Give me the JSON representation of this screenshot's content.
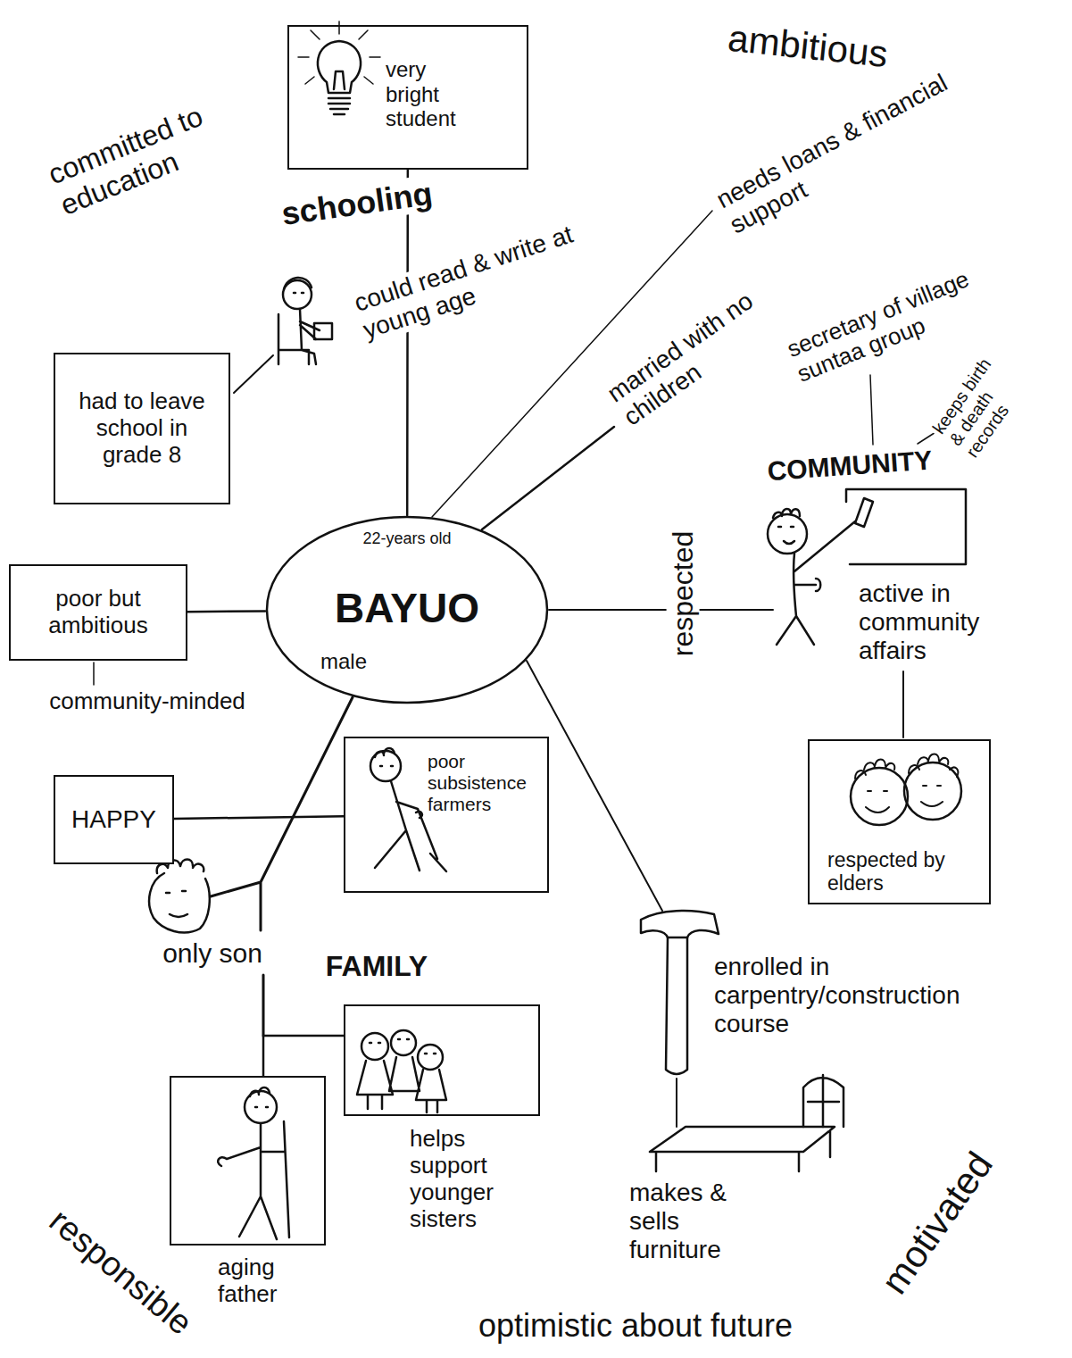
{
  "diagram": {
    "nodes": [
      {
        "text": [
          "very bright student"
        ]
      },
      {
        "text": [
          "had to leave school in grade 8"
        ]
      },
      {
        "text": [
          "poor but ambitious"
        ]
      },
      {
        "text": [
          "22-years old",
          "BAYUO",
          "male"
        ]
      },
      {
        "text": [
          "HAPPY"
        ]
      },
      {
        "text": [
          "poor subsistence farmers"
        ]
      },
      {
        "text": [
          "respected by elders"
        ]
      },
      {
        "text": [
          "helps support younger sisters"
        ]
      },
      {
        "text": [
          "aging father"
        ]
      }
    ],
    "edges": [
      {
        "from": 3,
        "to": 0,
        "arrow": "none"
      },
      {
        "from": 3,
        "to": 2,
        "arrow": "none"
      },
      {
        "from": 4,
        "to": 5,
        "arrow": "none"
      },
      {
        "from": 8,
        "to": 7,
        "arrow": "none"
      }
    ],
    "labels": [
      "ambitious",
      "committed to education",
      "schooling",
      "could read & write at young age",
      "needs loans & financial support",
      "married with no children",
      "secretary of village suntaa group",
      "keeps birth & death records",
      "COMMUNITY",
      "respected",
      "active in community affairs",
      "community-minded",
      "only son",
      "FAMILY",
      "enrolled in carpentry/construction course",
      "makes & sells furniture",
      "responsible",
      "motivated",
      "optimistic about future"
    ]
  }
}
